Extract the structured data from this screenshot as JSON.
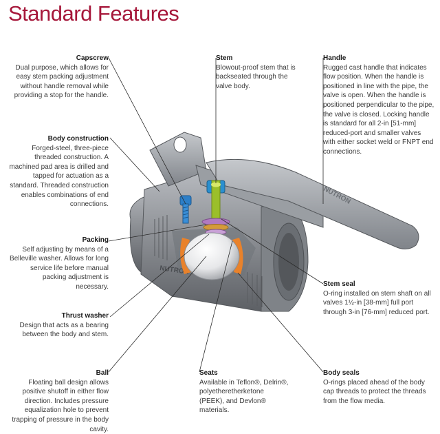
{
  "title": "Standard Features",
  "brand_mark": "NUTRON",
  "colors": {
    "title": "#a6173a",
    "leader": "#2a2a2a",
    "stem_green": "#9bbf2a",
    "capscrew_blue": "#2d7fc8",
    "seat_orange": "#e9822b",
    "packing_purple": "#b07ac0",
    "body_gray": "#8e9196"
  },
  "callouts": {
    "capscrew": {
      "title": "Capscrew",
      "desc": "Dual purpose, which allows for easy stem packing adjustment without handle removal while providing a stop for the handle."
    },
    "stem": {
      "title": "Stem",
      "desc": "Blowout-proof stem that is backseated through the valve body."
    },
    "handle": {
      "title": "Handle",
      "desc": "Rugged cast handle that indicates flow position. When the handle is positioned in line with the pipe, the valve is open. When the handle is positioned perpendicular to the pipe, the valve is closed. Locking handle is standard for all 2-in [51-mm] reduced-port and smaller valves with either socket weld or FNPT end connections."
    },
    "body_construction": {
      "title": "Body construction",
      "desc": "Forged-steel, three-piece threaded construction. A machined pad area is drilled and tapped for actuation as a standard. Threaded construction enables combinations of end connections."
    },
    "packing": {
      "title": "Packing",
      "desc": "Self adjusting by means of a Belleville washer. Allows for long service life before manual packing adjustment is necessary."
    },
    "thrust_washer": {
      "title": "Thrust washer",
      "desc": "Design that acts as a bearing between the body and stem."
    },
    "stem_seal": {
      "title": "Stem seal",
      "desc": "O-ring installed on stem shaft on all valves 1½-in [38-mm] full port through 3-in [76-mm] reduced port."
    },
    "ball": {
      "title": "Ball",
      "desc": "Floating ball design allows positive shutoff in either flow direction. Includes pressure equalization hole to prevent trapping of pressure in the body cavity."
    },
    "seats": {
      "title": "Seats",
      "desc": "Available in Teflon®, Delrin®, polyetheretherketone (PEEK), and Devlon® materials."
    },
    "body_seals": {
      "title": "Body seals",
      "desc": "O-rings placed ahead of the body cap threads to protect the threads from the flow media."
    }
  }
}
